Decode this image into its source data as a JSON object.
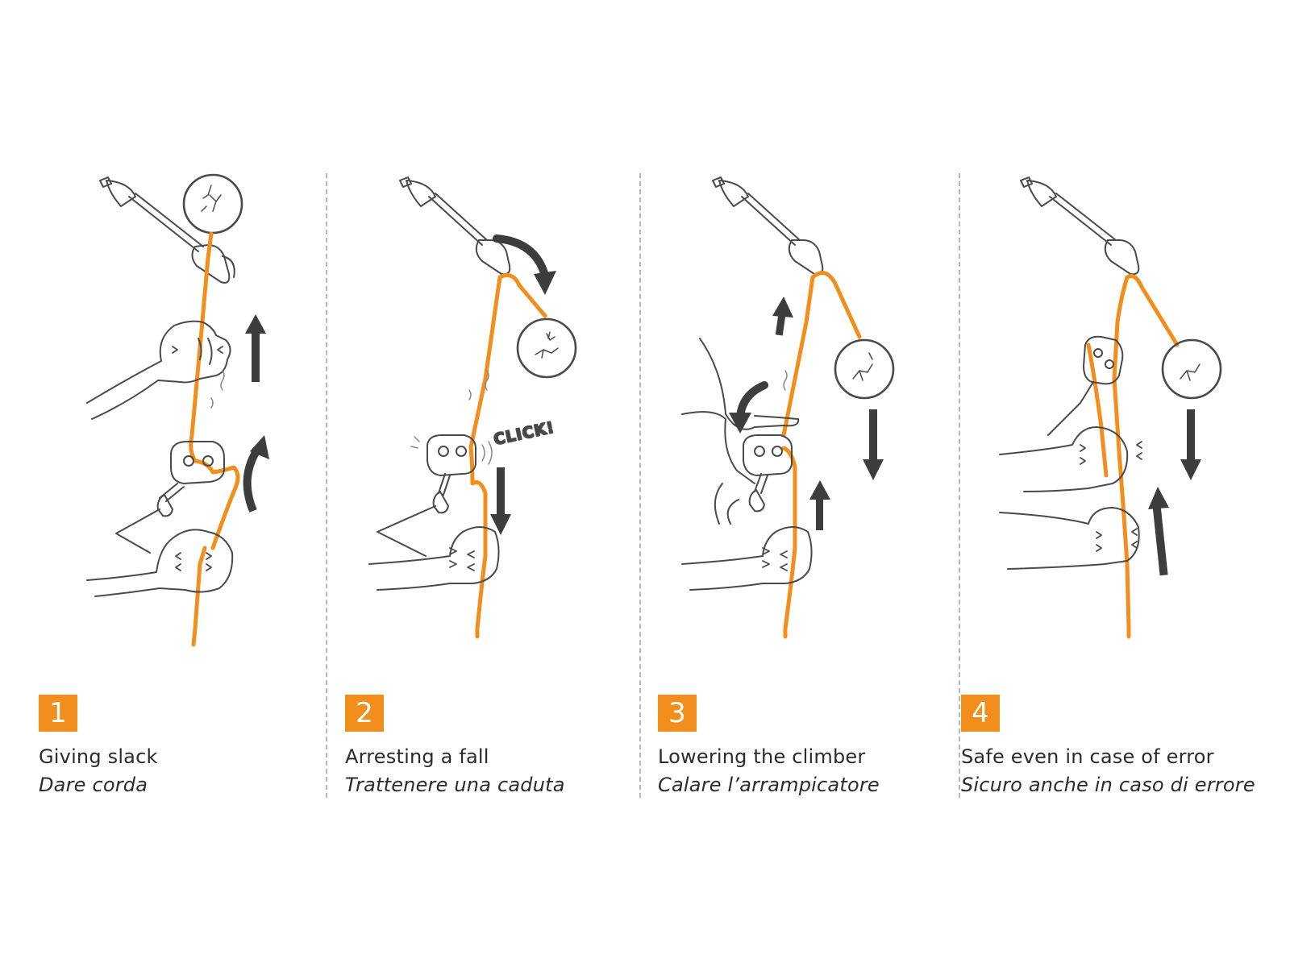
{
  "colors": {
    "rope": "#f28e1c",
    "ink": "#4a4a4a",
    "arrow": "#3d3d3d",
    "badge": "#f28e1c"
  },
  "panels": [
    {
      "number": "1",
      "title_en": "Giving slack",
      "title_it": "Dare corda"
    },
    {
      "number": "2",
      "title_en": "Arresting a fall",
      "title_it": "Trattenere una caduta",
      "sound": "CLICK!"
    },
    {
      "number": "3",
      "title_en": "Lowering the climber",
      "title_it": "Calare l’arrampicatore"
    },
    {
      "number": "4",
      "title_en": "Safe even in case of error",
      "title_it": "Sicuro anche in caso di errore"
    }
  ],
  "icons": [
    "quickdraw-icon",
    "climber-circle-icon",
    "belay-device-icon",
    "hand-icon",
    "direction-arrow-icon"
  ]
}
